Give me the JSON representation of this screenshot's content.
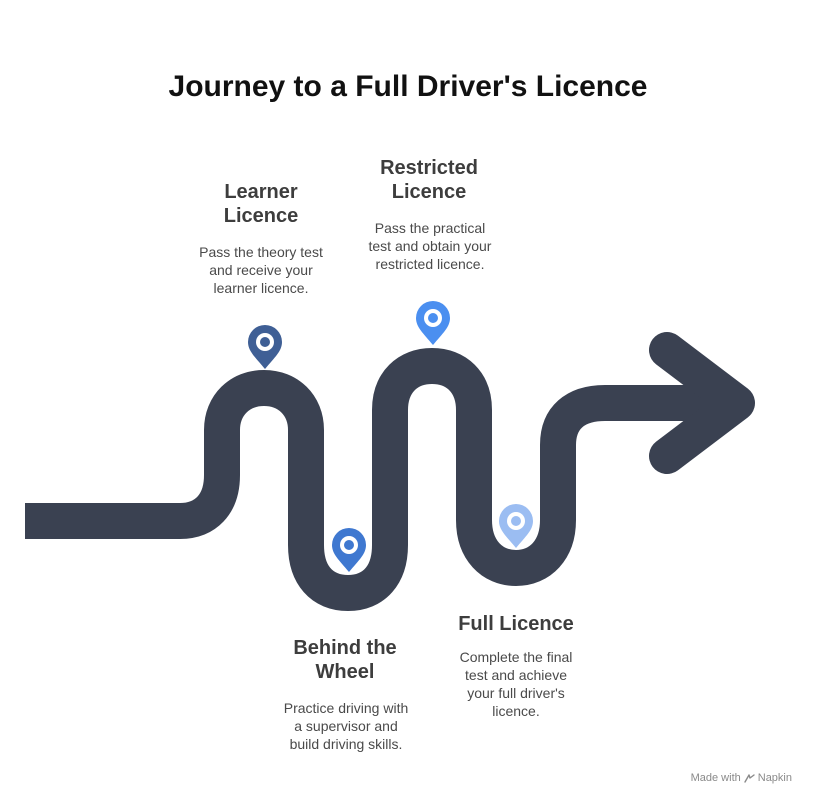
{
  "title": "Journey to a Full Driver's Licence",
  "steps": [
    {
      "title": "Learner\nLicence",
      "description": "Pass the theory test\nand receive your\nlearner licence.",
      "pin_color": "#3f5f95"
    },
    {
      "title": "Behind the\nWheel",
      "description": "Practice driving with\na supervisor and\nbuild driving skills.",
      "pin_color": "#3f78d0"
    },
    {
      "title": "Restricted\nLicence",
      "description": "Pass the practical\ntest and obtain your\nrestricted licence.",
      "pin_color": "#4b8ff0"
    },
    {
      "title": "Full Licence",
      "description": "Complete the final\ntest and achieve\nyour full driver's\nlicence.",
      "pin_color": "#9bbdf2"
    }
  ],
  "road_color": "#3a4151",
  "footer": {
    "made_with": "Made with",
    "brand": "Napkin"
  }
}
